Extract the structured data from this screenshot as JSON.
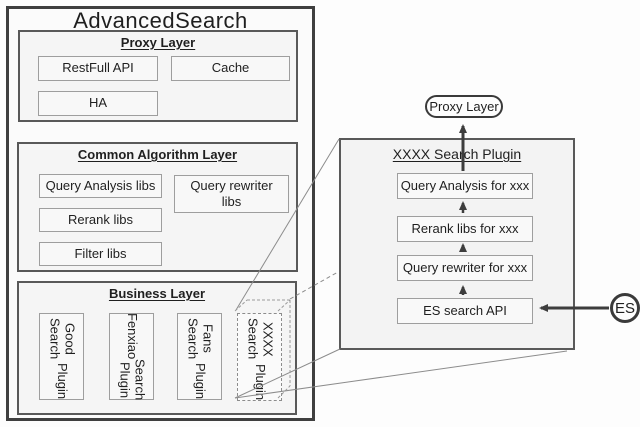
{
  "diagram_title": "AdvancedSearch",
  "proxy_layer": {
    "title": "Proxy Layer",
    "items": {
      "restfull_api": "RestFull API",
      "cache": "Cache",
      "ha": "HA"
    }
  },
  "common_layer": {
    "title": "Common Algorithm Layer",
    "items": {
      "query_analysis": "Query Analysis libs",
      "query_rewriter": "Query rewriter libs",
      "rerank": "Rerank libs",
      "filter": "Filter libs"
    }
  },
  "business_layer": {
    "title": "Business Layer",
    "plugins": {
      "good": {
        "line1": "Good Search",
        "line2": "Plugin"
      },
      "fenxiao": {
        "line1": "Fenxiao",
        "line2": "Search Plugin"
      },
      "fans": {
        "line1": "Fans Search",
        "line2": "Plugin"
      },
      "xxxx": {
        "line1": "XXXX Search",
        "line2": "Plugin"
      }
    }
  },
  "detail_panel": {
    "title": "XXXX Search Plugin",
    "boxes": {
      "query_analysis": "Query Analysis for xxx",
      "rerank": "Rerank libs for xxx",
      "query_rewriter": "Query rewriter for xxx",
      "es_api": "ES search API"
    }
  },
  "proxy_node_label": "Proxy Layer",
  "es_node_label": "ES",
  "colors": {
    "outer_border": "#3f3f3f",
    "section_border": "#595959",
    "box_border": "#9e9e9e",
    "connector_line": "#8c8c8c",
    "arrow": "#3d3d3d",
    "text": "#1f1f1f"
  }
}
